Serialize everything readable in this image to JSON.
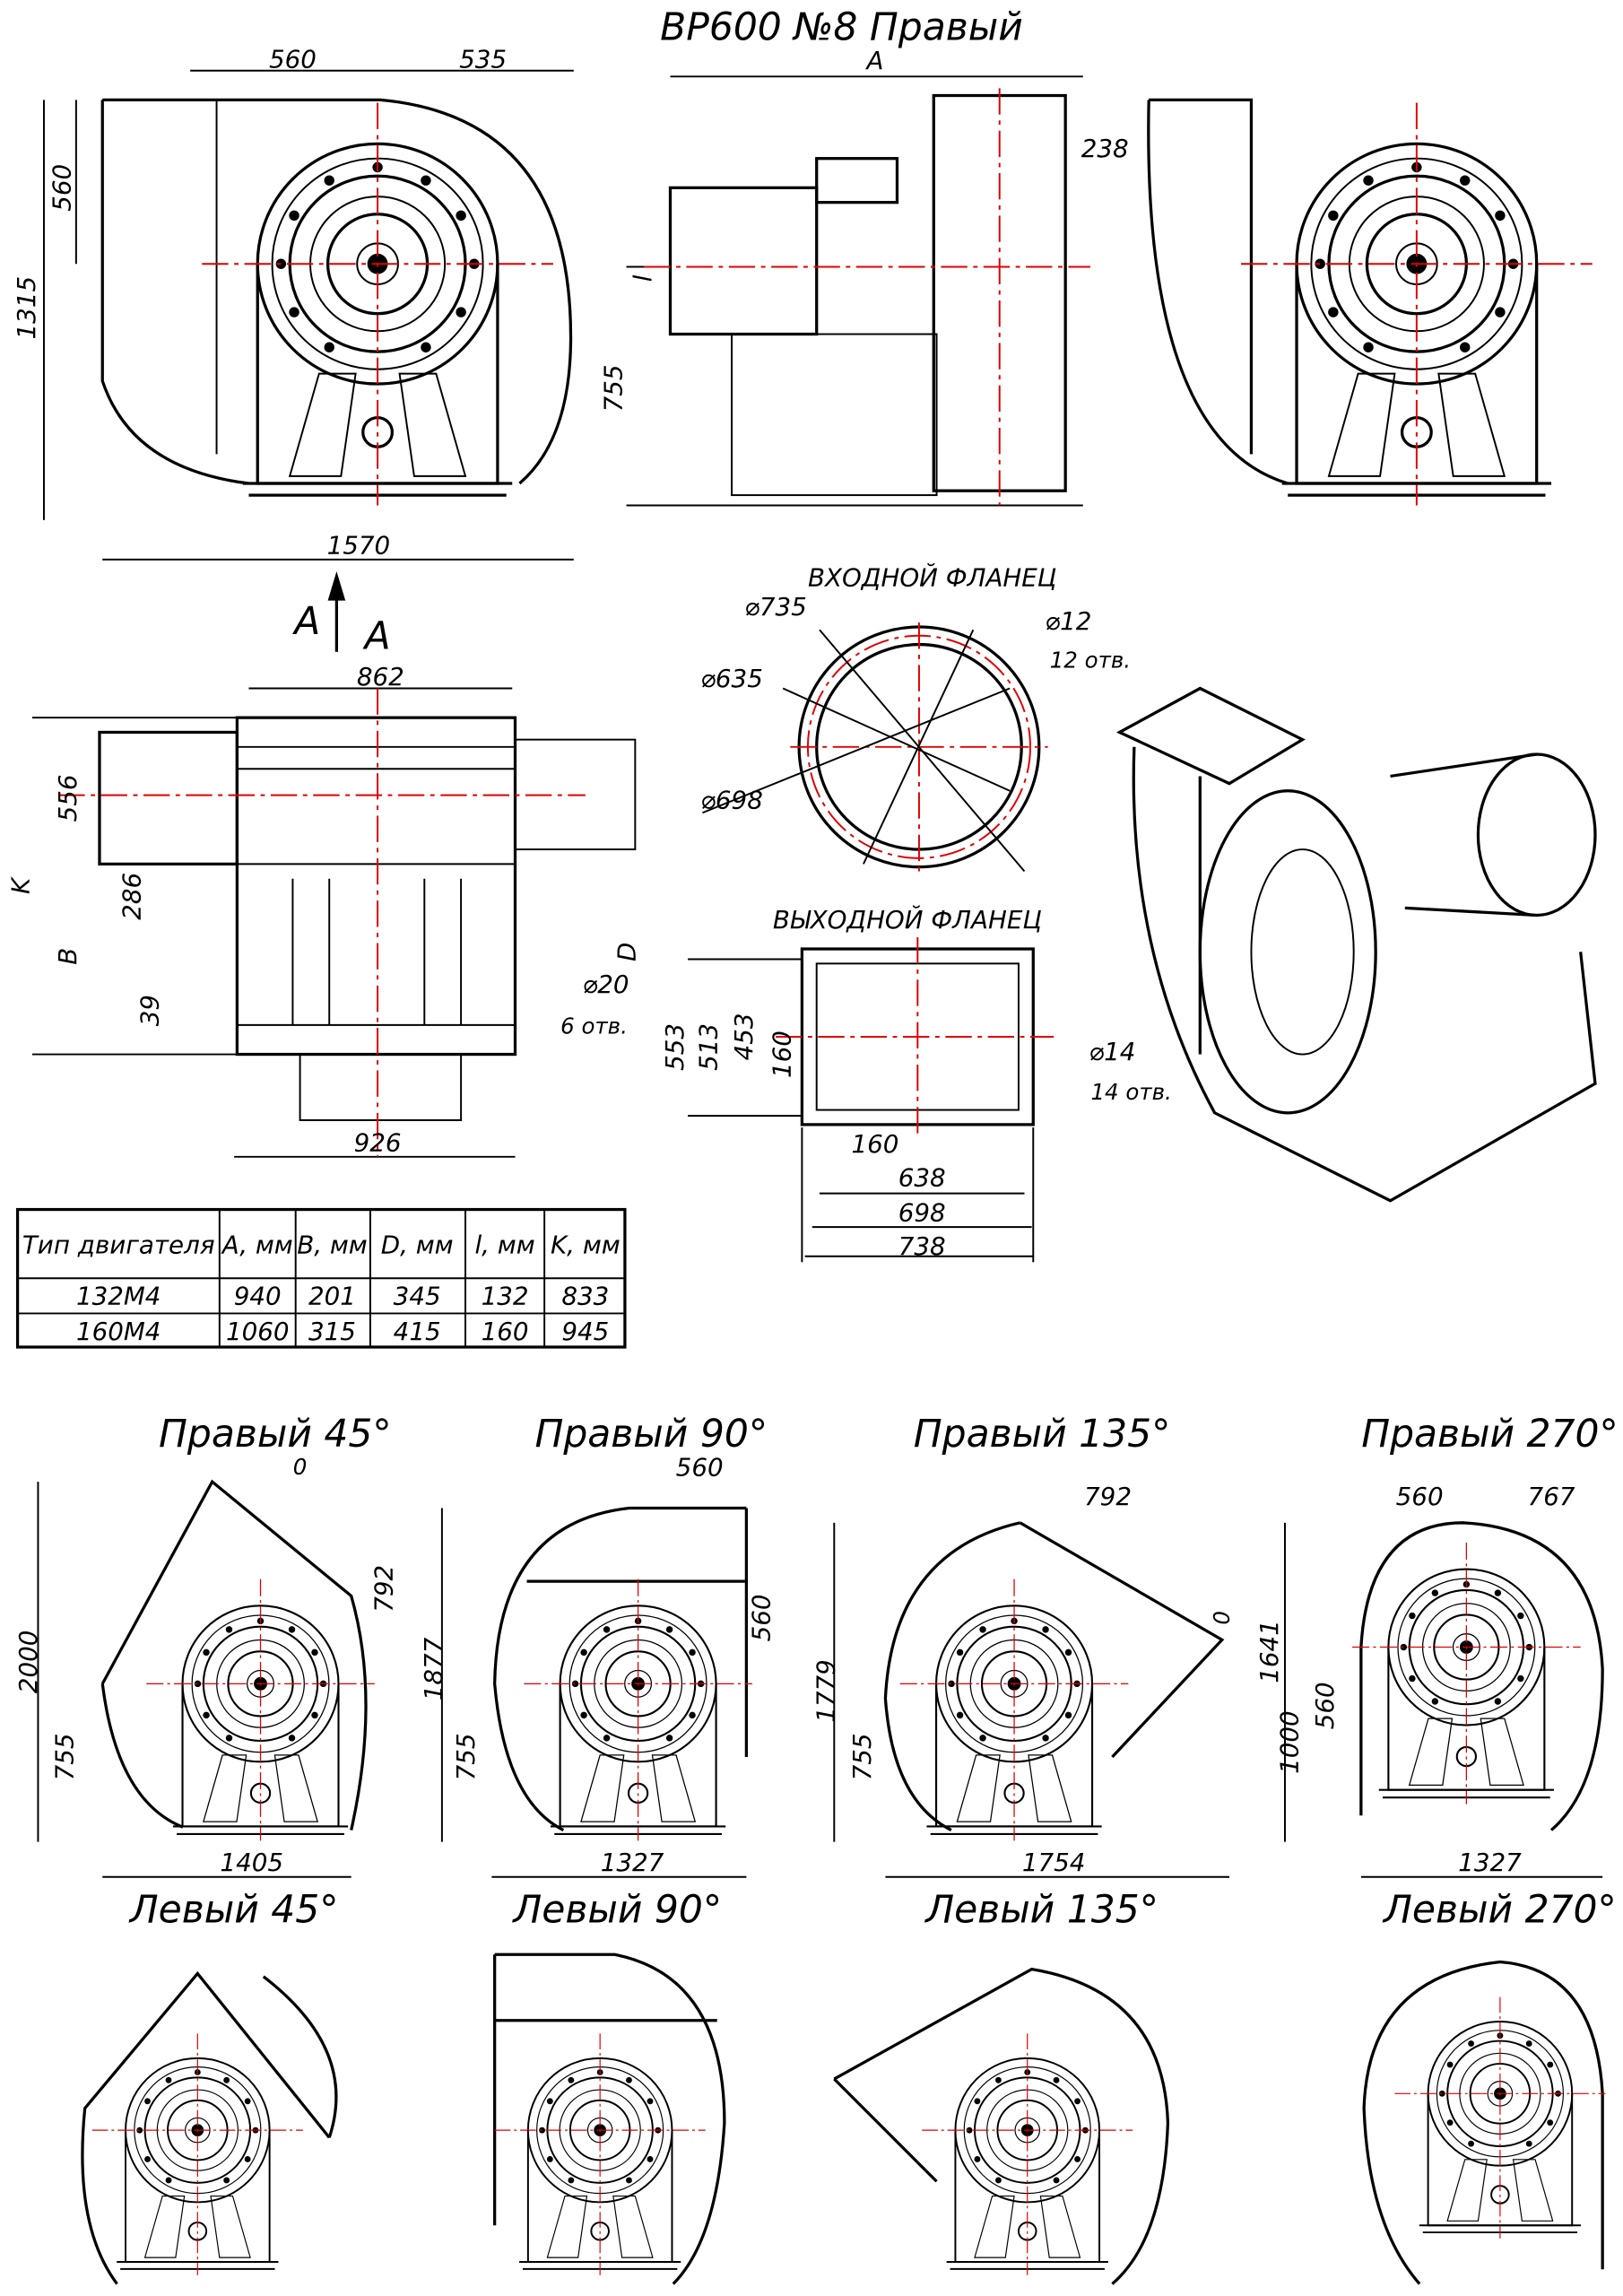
{
  "title": "ВР600 №8 Правый",
  "front_view": {
    "d1": "560",
    "d2": "535",
    "d3": "560",
    "d4": "1315",
    "d5": "1570"
  },
  "side_view": {
    "a": "A",
    "d238": "238",
    "l": "l",
    "d755": "755"
  },
  "view_arrow": {
    "a1": "A",
    "a2": "A"
  },
  "inlet_flange": {
    "title": "ВХОДНОЙ ФЛАНЕЦ",
    "d735": "⌀735",
    "d635": "⌀635",
    "d698": "⌀698",
    "d12": "⌀12",
    "holes": "12 отв."
  },
  "outlet_flange": {
    "title": "ВЫХОДНОЙ ФЛАНЕЦ",
    "d553": "553",
    "d513": "513",
    "d453": "453",
    "d160v": "160",
    "d160h": "160",
    "d638": "638",
    "d698": "698",
    "d738": "738",
    "d14": "⌀14",
    "holes": "14 отв."
  },
  "plan_view": {
    "d862": "862",
    "k": "K",
    "d556": "556",
    "d286": "286",
    "b": "B",
    "d39": "39",
    "d": "D",
    "d20": "⌀20",
    "holes": "6 отв.",
    "d926": "926"
  },
  "table": {
    "headers": [
      "Тип двигателя",
      "A, мм",
      "B, мм",
      "D, мм",
      "l, мм",
      "K, мм"
    ],
    "rows": [
      [
        "132M4",
        "940",
        "201",
        "345",
        "132",
        "833"
      ],
      [
        "160M4",
        "1060",
        "315",
        "415",
        "160",
        "945"
      ]
    ]
  },
  "positions": [
    {
      "label": "Правый 45°",
      "dims": [
        "0",
        "792",
        "2000",
        "755",
        "1405"
      ]
    },
    {
      "label": "Правый 90°",
      "dims": [
        "560",
        "560",
        "1877",
        "755",
        "1327"
      ]
    },
    {
      "label": "Правый 135°",
      "dims": [
        "792",
        "0",
        "1779",
        "755",
        "1754"
      ]
    },
    {
      "label": "Правый 270°",
      "dims": [
        "560",
        "767",
        "1641",
        "1000",
        "560",
        "1327"
      ]
    },
    {
      "label": "Левый 45°"
    },
    {
      "label": "Левый 90°"
    },
    {
      "label": "Левый 135°"
    },
    {
      "label": "Левый 270°"
    }
  ],
  "colors": {
    "centerline": "#e00000",
    "line": "#000000"
  }
}
